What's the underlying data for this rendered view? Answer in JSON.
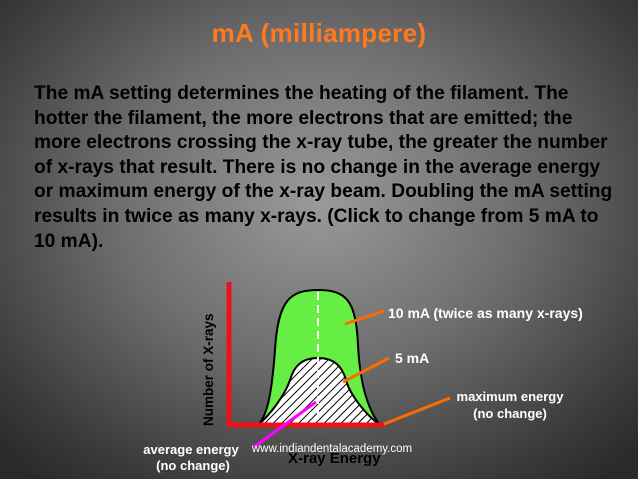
{
  "title": "mA (milliampere)",
  "paragraph": "The mA setting determines the heating of the filament. The hotter the filament, the more electrons that are emitted; the more electrons crossing the x-ray tube, the greater the number of x-rays that result. There is no change in the average energy or maximum energy of the x-ray beam. Doubling the mA setting results in twice as many x-rays. (Click to change from 5 mA to 10 mA).",
  "diagram": {
    "y_axis_label": "Number of X-rays",
    "x_axis_label": "X-ray Energy",
    "label_10ma": "10 mA (twice as many x-rays)",
    "label_5ma": "5 mA",
    "label_max_energy_1": "maximum energy",
    "label_max_energy_2": "(no change)",
    "label_avg_energy_1": "average energy",
    "label_avg_energy_2": "(no change)",
    "watermark": "www.indiandentalacademy.com",
    "colors": {
      "title": "#ff7a1f",
      "axes": "#e8141a",
      "curve_10ma": "#66ee44",
      "arrow_orange": "#ff6a00",
      "arrow_magenta": "#ff00ff",
      "label_text": "#ffffff"
    }
  }
}
